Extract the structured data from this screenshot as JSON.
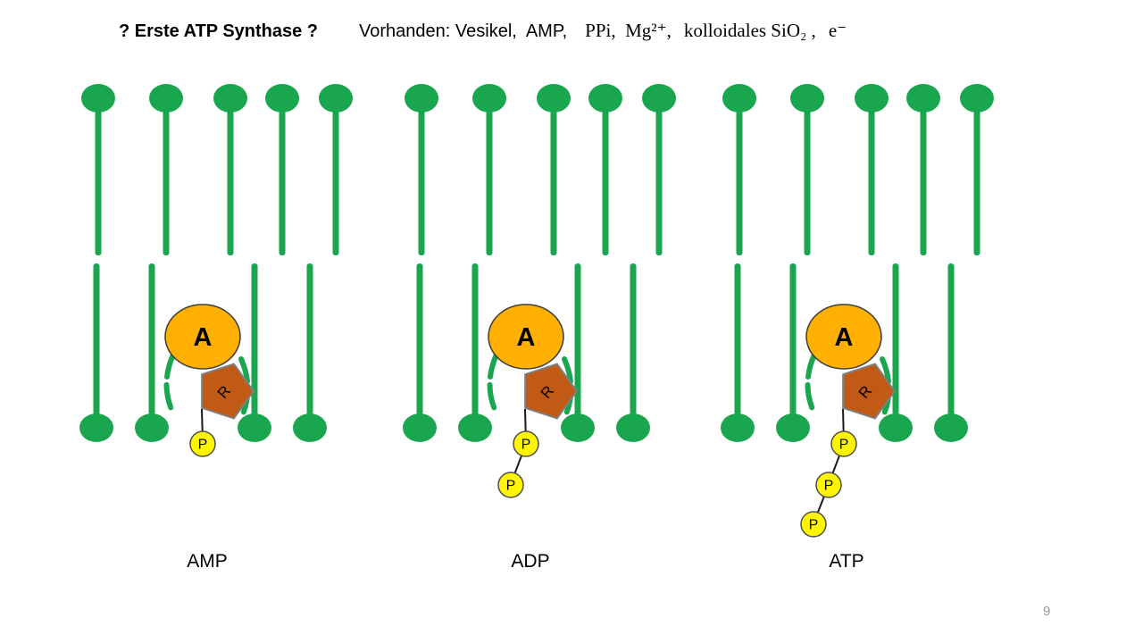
{
  "slide": {
    "title": "? Erste ATP Synthase ?",
    "vorhanden_sans": "Vorhanden: Vesikel,  AMP,",
    "vorhanden_serif_ppi_mg": "PPi,  Mg²⁺,",
    "vorhanden_serif_sio2": "kolloidales SiO₂ ,",
    "vorhanden_serif_electron": "e⁻",
    "page_number": "9"
  },
  "colors": {
    "lipid_green": "#1AA64F",
    "adenine_orange": "#FFB000",
    "ribose_brown": "#C05A15",
    "phosphate_yellow": "#FFF500"
  },
  "molecules": [
    {
      "name": "AMP",
      "adenine": "A",
      "ribose": "R",
      "phosphates": [
        "P"
      ]
    },
    {
      "name": "ADP",
      "adenine": "A",
      "ribose": "R",
      "phosphates": [
        "P",
        "P"
      ]
    },
    {
      "name": "ATP",
      "adenine": "A",
      "ribose": "R",
      "phosphates": [
        "P",
        "P",
        "P"
      ]
    }
  ]
}
